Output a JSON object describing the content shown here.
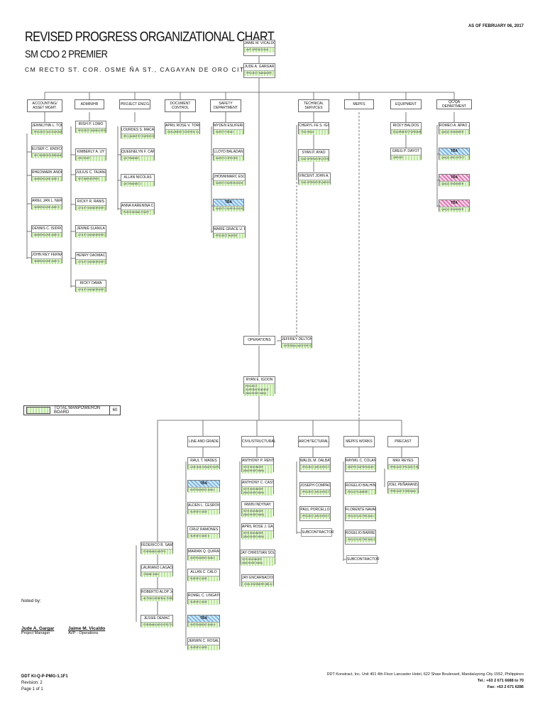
{
  "header": {
    "title": "REVISED PROGRESS ORGANIZATIONAL CHART",
    "subtitle": "SM CDO 2 PREMIER",
    "address": "CM RECTO ST. COR. OSME   ÑA ST., CAGAYAN DE ORO CITY",
    "as_of": "AS OF FEBRUARY 06, 2017"
  },
  "top": [
    {
      "name": "JAIME M. VICALDO",
      "role": "AVP OPERATIONS"
    },
    {
      "name": "JUDE A. GARGAR",
      "role": "PROJECT MANAGER"
    }
  ],
  "departments": [
    {
      "label": "ACCOUNTING/ ASSET MGMT.",
      "members": [
        {
          "name": "JENNILYNN L. TORNO",
          "role": "PROJECT ACCOUNTANT"
        },
        {
          "name": "ELISER C. ENDICOT",
          "role": "SR. WAREHOUSEMAN"
        },
        {
          "name": "RHEOMARK ANDREI LOBRE",
          "role": "WAREHOUSE AIDE I"
        },
        {
          "name": "ARIEL JAN L. NERIO",
          "role": "WAREHOUSE AIDE II"
        },
        {
          "name": "DENNIS C. ISIDRO",
          "role": "WAREHOUSE AIDE II"
        },
        {
          "name": "JOHN REY FERNANDEZ",
          "role": "WAREHOUSE AIDE II"
        }
      ]
    },
    {
      "label": "ADMIN/HR",
      "members": [
        {
          "name": "IRISH P. LOMO",
          "role": "PROJECT ADMIN OFFICER"
        },
        {
          "name": "KIMBERLY A. UY",
          "role": "HR STAFF"
        },
        {
          "name": "JULIUS C. TAJANLANGIT",
          "role": "SR TIMEKEEPER"
        },
        {
          "name": "RICKY R. RANIS",
          "role": "UTILITY MAN/DRIVER"
        },
        {
          "name": "JENNIE SLANILA",
          "role": "UTILITY MAN/DRIVER"
        },
        {
          "name": "HENRY DAOMAC",
          "role": "UTILITY MAN/DRIVER"
        },
        {
          "name": "RICKY DAMA",
          "role": "UTILITY MAN/DRIVER"
        }
      ]
    },
    {
      "label": "PROJECT ENG'G",
      "members": [
        {
          "name": "LOURDES S. MACALAMAN",
          "role": "SR. QUANTITY SURVEYOR"
        },
        {
          "name": "QUEENELYN F. CAMAGAG",
          "role": "QS TRAINEE"
        },
        {
          "name": "ALLAN NICOLAS",
          "role": "QS TRAINEE 2"
        },
        {
          "name": "ANNA KARENINA C. ROBLES",
          "role": "PURCHASING STAFF"
        }
      ]
    },
    {
      "label": "DOCUMENT CONTROL",
      "members": [
        {
          "name": "APRIL ROSE V. TORCULAS",
          "role": "DOCUMENT CONTROL CLERK"
        }
      ]
    },
    {
      "label": "SAFETY DEPARTMENT",
      "members": [
        {
          "name": "MYDEN ESLIFERIA",
          "role": "SAFETY HEAD"
        },
        {
          "name": "LLOYD BALADAN",
          "role": "SAFETY OFFICER"
        },
        {
          "name": "JHONNIMARC ESCABINAS",
          "role": "SAFETY SUPERVISOR"
        },
        {
          "name": "TBA",
          "role": "SAFETY SUPERVISOR",
          "tba": "blue"
        },
        {
          "name": "MARIE GRACE U. RODRIGUEZ",
          "role": "PROJECT NURSE"
        }
      ]
    },
    {
      "label": "TECHNICAL SERVICES",
      "members": [
        {
          "name": "CHERYL FE S. IGOY",
          "role": "TSD HEAD"
        },
        {
          "name": "SYAN P. AYAO",
          "role": "CAD OPERATOR (STRUCT'L)"
        },
        {
          "name": "VINCENT JOHN A. DOLOSO",
          "role": "CAD OPERATOR (ARCH'L)"
        }
      ]
    },
    {
      "label": "MEPFS",
      "members": []
    },
    {
      "label": "EQUIPMENT",
      "members": [
        {
          "name": "RICKY BALDOS",
          "role": "EQUIPMENT FOREMAN"
        },
        {
          "name": "GREG P. DAYOT",
          "role": "DRIVER"
        }
      ]
    },
    {
      "label": "QC/QA DEPARTMENT",
      "members": [
        {
          "name": "ROMEO A. APAO JR.",
          "role": "QA/QC ENGINEER"
        },
        {
          "name": "TBA",
          "role": "QA/QC ARCHITECT",
          "tba": "blue"
        },
        {
          "name": "TBA",
          "role": "QA/QC ENGINEER",
          "tba": "pink"
        },
        {
          "name": "TBA",
          "role": "QA/QC ENGINEER",
          "tba": "pink"
        }
      ]
    }
  ],
  "operations": {
    "label": "OPERATIONS",
    "auditor": "JEFFREY DELTON",
    "auditor_role": "INTERNAL AUDITOR STAFF",
    "superintendent": {
      "name": "RYAN E. IGOON",
      "role": "PROJECT SUPERINTENDENT (BACKHOE MAN)"
    }
  },
  "legend": {
    "label": "TOTAL MANPOWERON BOARD",
    "count": "60"
  },
  "foremen": [
    {
      "name": "FEDERICO B. SAMPOANG",
      "role": "FOREMAN MEPFS"
    },
    {
      "name": "LAURIANO LAGAO",
      "role": "CRANE MAN"
    },
    {
      "name": "ROBERTO ALOP Jr.",
      "role": "ACTING GENERAL FOREMAN"
    },
    {
      "name": "JESSIE DEMAC",
      "role": "FOREMAN ARCHITECTURAL"
    }
  ],
  "ops_departments": [
    {
      "label": "LINE AND GRADE",
      "members": [
        {
          "name": "RAUL T. MADES",
          "role": "LINE AND GRADE SUPERVISOR"
        },
        {
          "name": "TBA",
          "role": "INSTRUMENT MAN I",
          "tba": "blue"
        },
        {
          "name": "ALDEN L. CESRON",
          "role": "SURVEY AIDE"
        },
        {
          "name": "CRUZ RAMONES",
          "role": "SURVEY AIDE II"
        },
        {
          "name": "MARIAN Q. QUIRANTE",
          "role": "INSTRUMENT MAN I"
        },
        {
          "name": "ALLAN C. CALO",
          "role": "SURVEY AIDE"
        },
        {
          "name": "ROMEL C. LINGATONG",
          "role": "SURVEY AIDE"
        },
        {
          "name": "TBA",
          "role": "INSTRUMENT MAN II",
          "tba": "blue"
        },
        {
          "name": "JERWIN C. ROSAL",
          "role": "SURVEY AIDE"
        }
      ]
    },
    {
      "label": "CIVIL/STRUCTURAL",
      "members": [
        {
          "name": "ANTHONY P. RENTUMA",
          "role": "SITE ENGINEER (BACKHOE MAN)"
        },
        {
          "name": "ANTHONY C. CASTILLON",
          "role": "SITE ENGINEER (BACKHOE MAN)"
        },
        {
          "name": "IRWIN INDYNAY",
          "role": "SITE ENGINEER (BACKHOE MAN)"
        },
        {
          "name": "APRIL ROSE J. GARGAR",
          "role": "SITE ENGINEER (BACKHOE MAN)"
        },
        {
          "name": "JAY CHRISTIAN SOLLOZO",
          "role": "SITE ENGINEER (BACKHOE MAN)"
        },
        {
          "name": "JAY ENCARNACION",
          "role": "CIVIL ENGINEER (BB & SS)"
        }
      ]
    },
    {
      "label": "ARCHITECTURAL",
      "members": [
        {
          "name": "WALDL M. DALBAY",
          "role": "PROJECT ARCHITECT"
        },
        {
          "name": "JOSEPH COMPAGAN",
          "role": "PROJECT ARCHITECT"
        },
        {
          "name": "PAUL PORCELLO",
          "role": "PROJECT ARCHITECT"
        }
      ],
      "tail": "SUBCONTRACTOR"
    },
    {
      "label": "MEPFS WORKS",
      "members": [
        {
          "name": "RAYMIL C. COLANTRO",
          "role": "MEPFS SUPERVISOR"
        },
        {
          "name": "ROGELIO BALHIN",
          "role": "FIELD PLUMBER"
        },
        {
          "name": "FLORENTE NAVALES",
          "role": "FIELD ELECTRICIAN I"
        },
        {
          "name": "ROGELIO BARRETTO",
          "role": "FIELD ELECTRICIAN II"
        }
      ],
      "tail": "SUBCONTRACTOR"
    },
    {
      "label": "PRECAST",
      "members": [
        {
          "name": "MAX REYES",
          "role": "PRECAST PROJECT ENGINEER"
        },
        {
          "name": "JOEL PEÑARANDA",
          "role": "PRECAST FOREMAN"
        }
      ]
    }
  ],
  "signatories": {
    "noted_by": "Noted by:",
    "people": [
      {
        "name": "Jude A. Gargar",
        "role": "Project Manager"
      },
      {
        "name": "Jaime M. Vicaldo",
        "role": "AVP - Operations"
      }
    ]
  },
  "footer": {
    "doc_code": "DDT KI-Q-P-PMG-1.1F1",
    "revision": "Revision: 2",
    "page": "Page 1 of 1",
    "company": "DDT Konstract, Inc. Unit 401 4th Floor Lancaster Hotel, 622 Shaw Boulevard, Mandaluyong City 1552, Philippines",
    "tel": "Tel.: +63 2 671 6688 to 70",
    "fax": "Fax: +63 2 671 6286"
  }
}
